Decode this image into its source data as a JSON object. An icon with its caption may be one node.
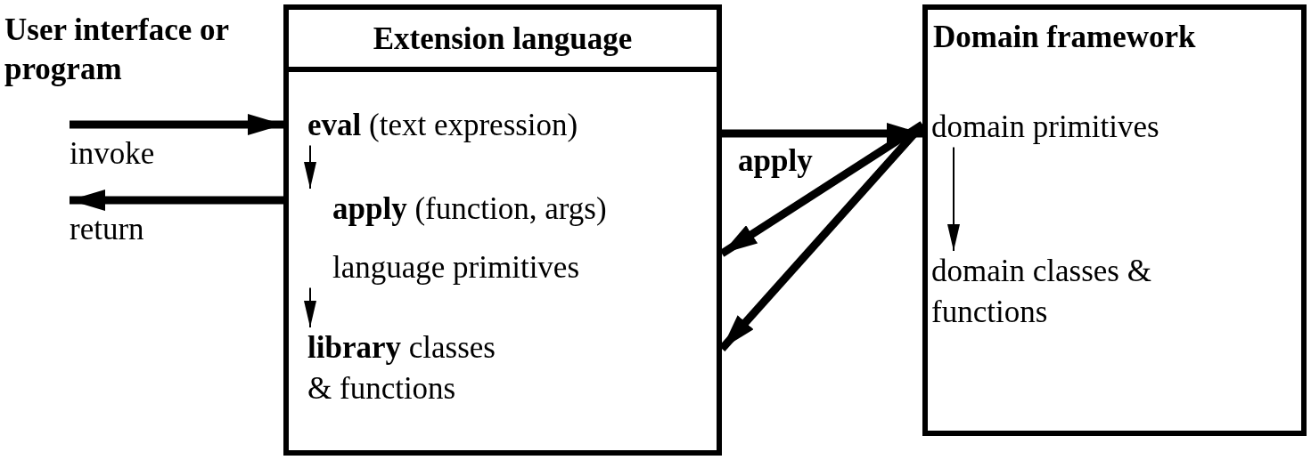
{
  "diagram": {
    "nodes": [
      {
        "text": [
          "Extension language"
        ]
      },
      {
        "text": [
          "**eval** (text expression)"
        ],
        "in": 0
      },
      {
        "text": [
          "**apply** (function, args)"
        ],
        "in": 0
      },
      {
        "text": [
          "language primitives"
        ],
        "in": 0
      },
      {
        "text": [
          "**library** classes & functions"
        ],
        "in": 0
      },
      {
        "text": [
          "Domain framework"
        ]
      },
      {
        "text": [
          "domain primitives"
        ],
        "in": 5
      },
      {
        "text": [
          "domain classes & functions"
        ],
        "in": 5
      }
    ],
    "edges": [
      {
        "from": null,
        "to": 0,
        "arrow": "to",
        "label": "invoke"
      },
      {
        "from": 0,
        "to": null,
        "arrow": "to",
        "label": "return"
      },
      {
        "from": 0,
        "to": 5,
        "arrow": "to",
        "label": "apply"
      },
      {
        "from": 5,
        "to": 0,
        "arrow": "to"
      },
      {
        "from": 5,
        "to": 0,
        "arrow": "to"
      },
      {
        "from": 1,
        "to": 2,
        "arrow": "to"
      },
      {
        "from": 3,
        "to": 4,
        "arrow": "to"
      },
      {
        "from": 6,
        "to": 7,
        "arrow": "to"
      }
    ],
    "labels": [
      "User interface or program"
    ]
  }
}
